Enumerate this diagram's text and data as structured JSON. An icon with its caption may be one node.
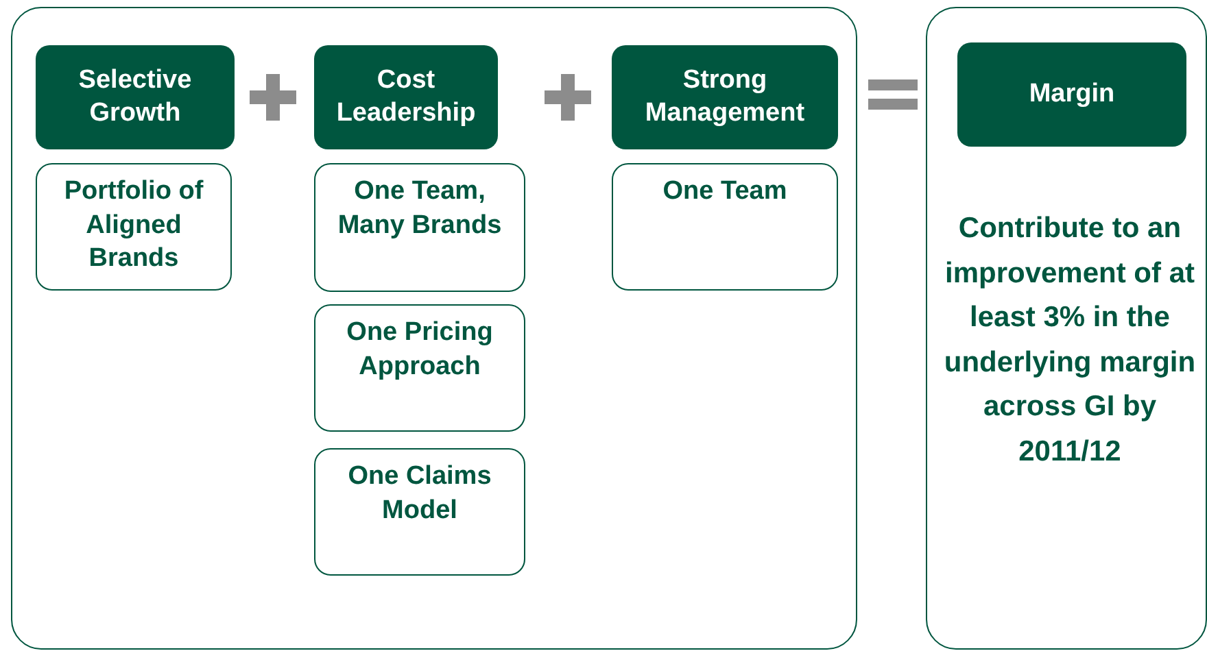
{
  "diagram": {
    "nodes": [
      {
        "text": [],
        "shape": "box"
      },
      {
        "text": [
          "Selective Growth"
        ],
        "in": 0
      },
      {
        "text": [
          "Portfolio of Aligned Brands"
        ],
        "in": 0
      },
      {
        "text": [
          "Cost Leadership"
        ],
        "in": 0
      },
      {
        "text": [
          "One Team, Many Brands"
        ],
        "in": 0
      },
      {
        "text": [
          "One Pricing Approach"
        ],
        "in": 0
      },
      {
        "text": [
          "One Claims Model"
        ],
        "in": 0
      },
      {
        "text": [
          "Strong Management"
        ],
        "in": 0
      },
      {
        "text": [
          "One Team"
        ],
        "in": 0
      },
      {
        "text": [
          "Contribute to an improvement of at least 3% in the underlying margin across GI by 2011/12"
        ]
      },
      {
        "text": [
          "Margin"
        ],
        "in": 9
      }
    ]
  }
}
